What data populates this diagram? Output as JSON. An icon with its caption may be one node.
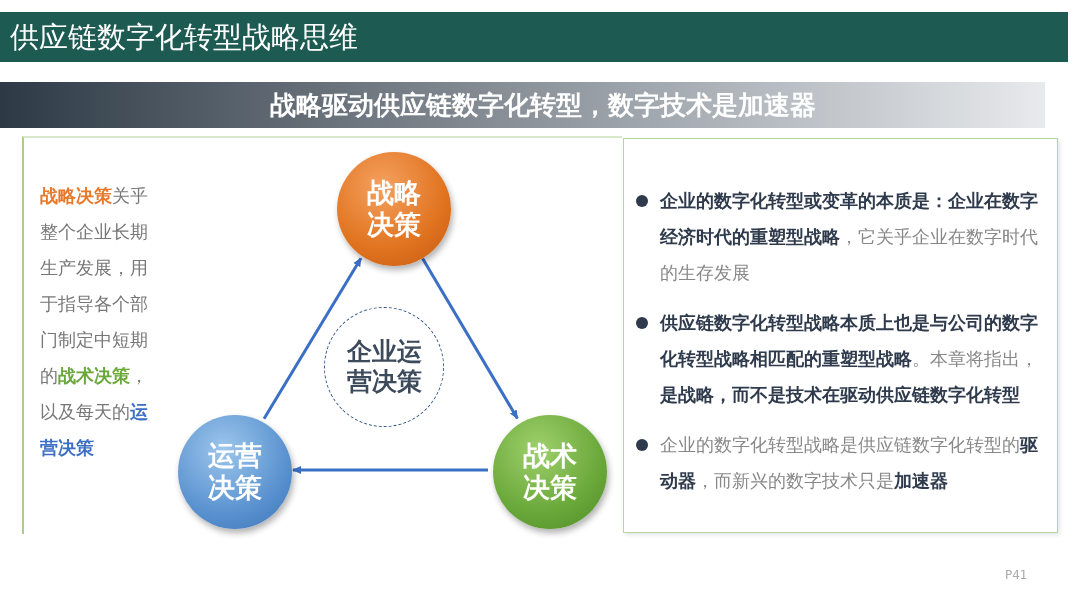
{
  "diagram": {
    "title": "供应链数字化转型战略思维",
    "nodes": [
      {
        "text": [
          "**战略决策**关乎整个企业长期生产发展，用于指导各个部门制定中短期的**战术决策**，以及每天的**运营决策**"
        ]
      },
      {
        "text": [
          "战略决策"
        ],
        "in": 0
      },
      {
        "text": [
          "战术决策"
        ],
        "in": 0
      },
      {
        "text": [
          "运营决策"
        ],
        "in": 0
      },
      {
        "text": [
          "企业运营决策"
        ],
        "in": 0
      },
      {
        "text": [
          "**企业的数字化转型或变革的本质是：企业在数字经济时代的重塑型战略**，它关乎企业在数字时代的生存发展",
          "**供应链数字化转型战略本质上也是与公司的数字化转型战略相匹配的重塑型战略**。本章将指出，**是战略，而不是技术在驱动供应链数字化转型**",
          "企业的数字化转型战略是供应链数字化转型的**驱动器**，而新兴的数字技术只是**加速器**"
        ]
      }
    ],
    "edges": [
      {
        "from": 1,
        "to": 2,
        "arrow": "to"
      },
      {
        "from": 2,
        "to": 3,
        "arrow": "to"
      },
      {
        "from": 3,
        "to": 1,
        "arrow": "to"
      }
    ],
    "labels": [
      "战略驱动供应链数字化转型，数字技术是加速器",
      "P41"
    ]
  }
}
